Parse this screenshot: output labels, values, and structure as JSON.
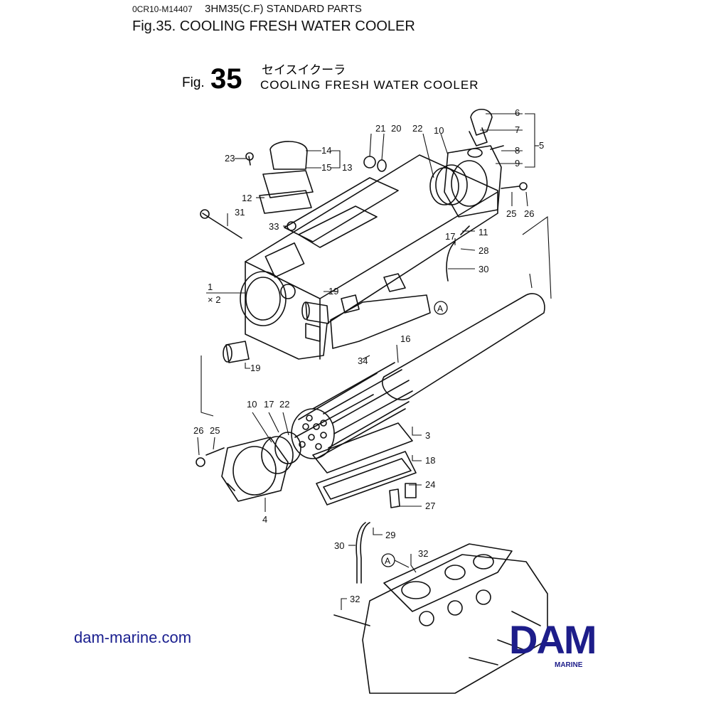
{
  "header": {
    "code": "0CR10-M14407",
    "standard": "3HM35(C.F) STANDARD PARTS",
    "figure_title": "Fig.35.  COOLING FRESH WATER COOLER"
  },
  "drawing": {
    "fig_prefix": "Fig.",
    "fig_number": "35",
    "title_jp": "セイスイクーラ",
    "title_en": "COOLING FRESH WATER COOLER",
    "qty_note": "× 2",
    "callout_a": "A",
    "labels": {
      "l1": "1",
      "l3": "3",
      "l4": "4",
      "l5": "5",
      "l6": "6",
      "l7": "7",
      "l8": "8",
      "l9": "9",
      "l10a": "10",
      "l10b": "10",
      "l11": "11",
      "l12": "12",
      "l13": "13",
      "l14": "14",
      "l15": "15",
      "l16": "16",
      "l17a": "17",
      "l17b": "17",
      "l18": "18",
      "l19a": "19",
      "l19b": "19",
      "l20": "20",
      "l21": "21",
      "l22a": "22",
      "l22b": "22",
      "l23": "23",
      "l24": "24",
      "l25a": "25",
      "l25b": "25",
      "l26a": "26",
      "l26b": "26",
      "l27": "27",
      "l28": "28",
      "l29": "29",
      "l30a": "30",
      "l30b": "30",
      "l31": "31",
      "l32a": "32",
      "l32b": "32",
      "l33": "33",
      "l34": "34"
    }
  },
  "footer": {
    "website": "dam-marine.com",
    "logo_word": "DAM",
    "logo_sub": "MARINE"
  },
  "colors": {
    "line": "#111111",
    "brand_blue": "#1d1d8a",
    "link_blue": "#1a1f8f"
  }
}
